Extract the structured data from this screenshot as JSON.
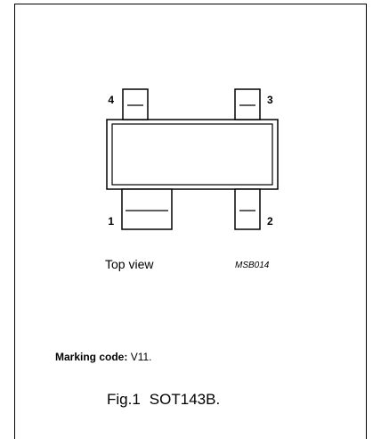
{
  "diagram": {
    "pins": [
      {
        "number": "1"
      },
      {
        "number": "2"
      },
      {
        "number": "3"
      },
      {
        "number": "4"
      }
    ],
    "view_label": "Top view",
    "reference_code": "MSB014"
  },
  "marking": {
    "label": "Marking code:",
    "value": "V11."
  },
  "caption": {
    "fig": "Fig.1",
    "package": "SOT143B."
  }
}
